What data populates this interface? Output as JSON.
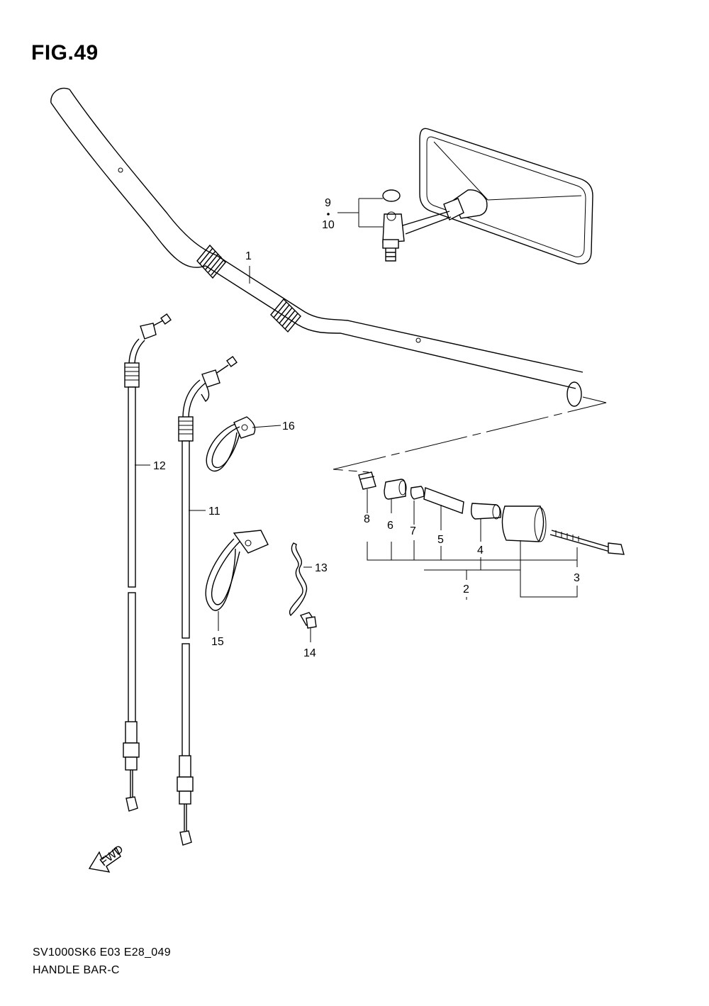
{
  "figure": {
    "title": "FIG.49",
    "code": "SV1000SK6 E03 E28_049",
    "name": "HANDLE BAR-C"
  },
  "direction_label": "FWD",
  "callouts": [
    {
      "id": "1",
      "label": "1"
    },
    {
      "id": "2",
      "label": "2"
    },
    {
      "id": "3",
      "label": "3"
    },
    {
      "id": "4",
      "label": "4"
    },
    {
      "id": "5",
      "label": "5"
    },
    {
      "id": "6",
      "label": "6"
    },
    {
      "id": "7",
      "label": "7"
    },
    {
      "id": "8",
      "label": "8"
    },
    {
      "id": "9",
      "label": "9"
    },
    {
      "id": "10",
      "label": "10"
    },
    {
      "id": "11",
      "label": "11"
    },
    {
      "id": "12",
      "label": "12"
    },
    {
      "id": "13",
      "label": "13"
    },
    {
      "id": "14",
      "label": "14"
    },
    {
      "id": "15",
      "label": "15"
    },
    {
      "id": "16",
      "label": "16"
    }
  ]
}
